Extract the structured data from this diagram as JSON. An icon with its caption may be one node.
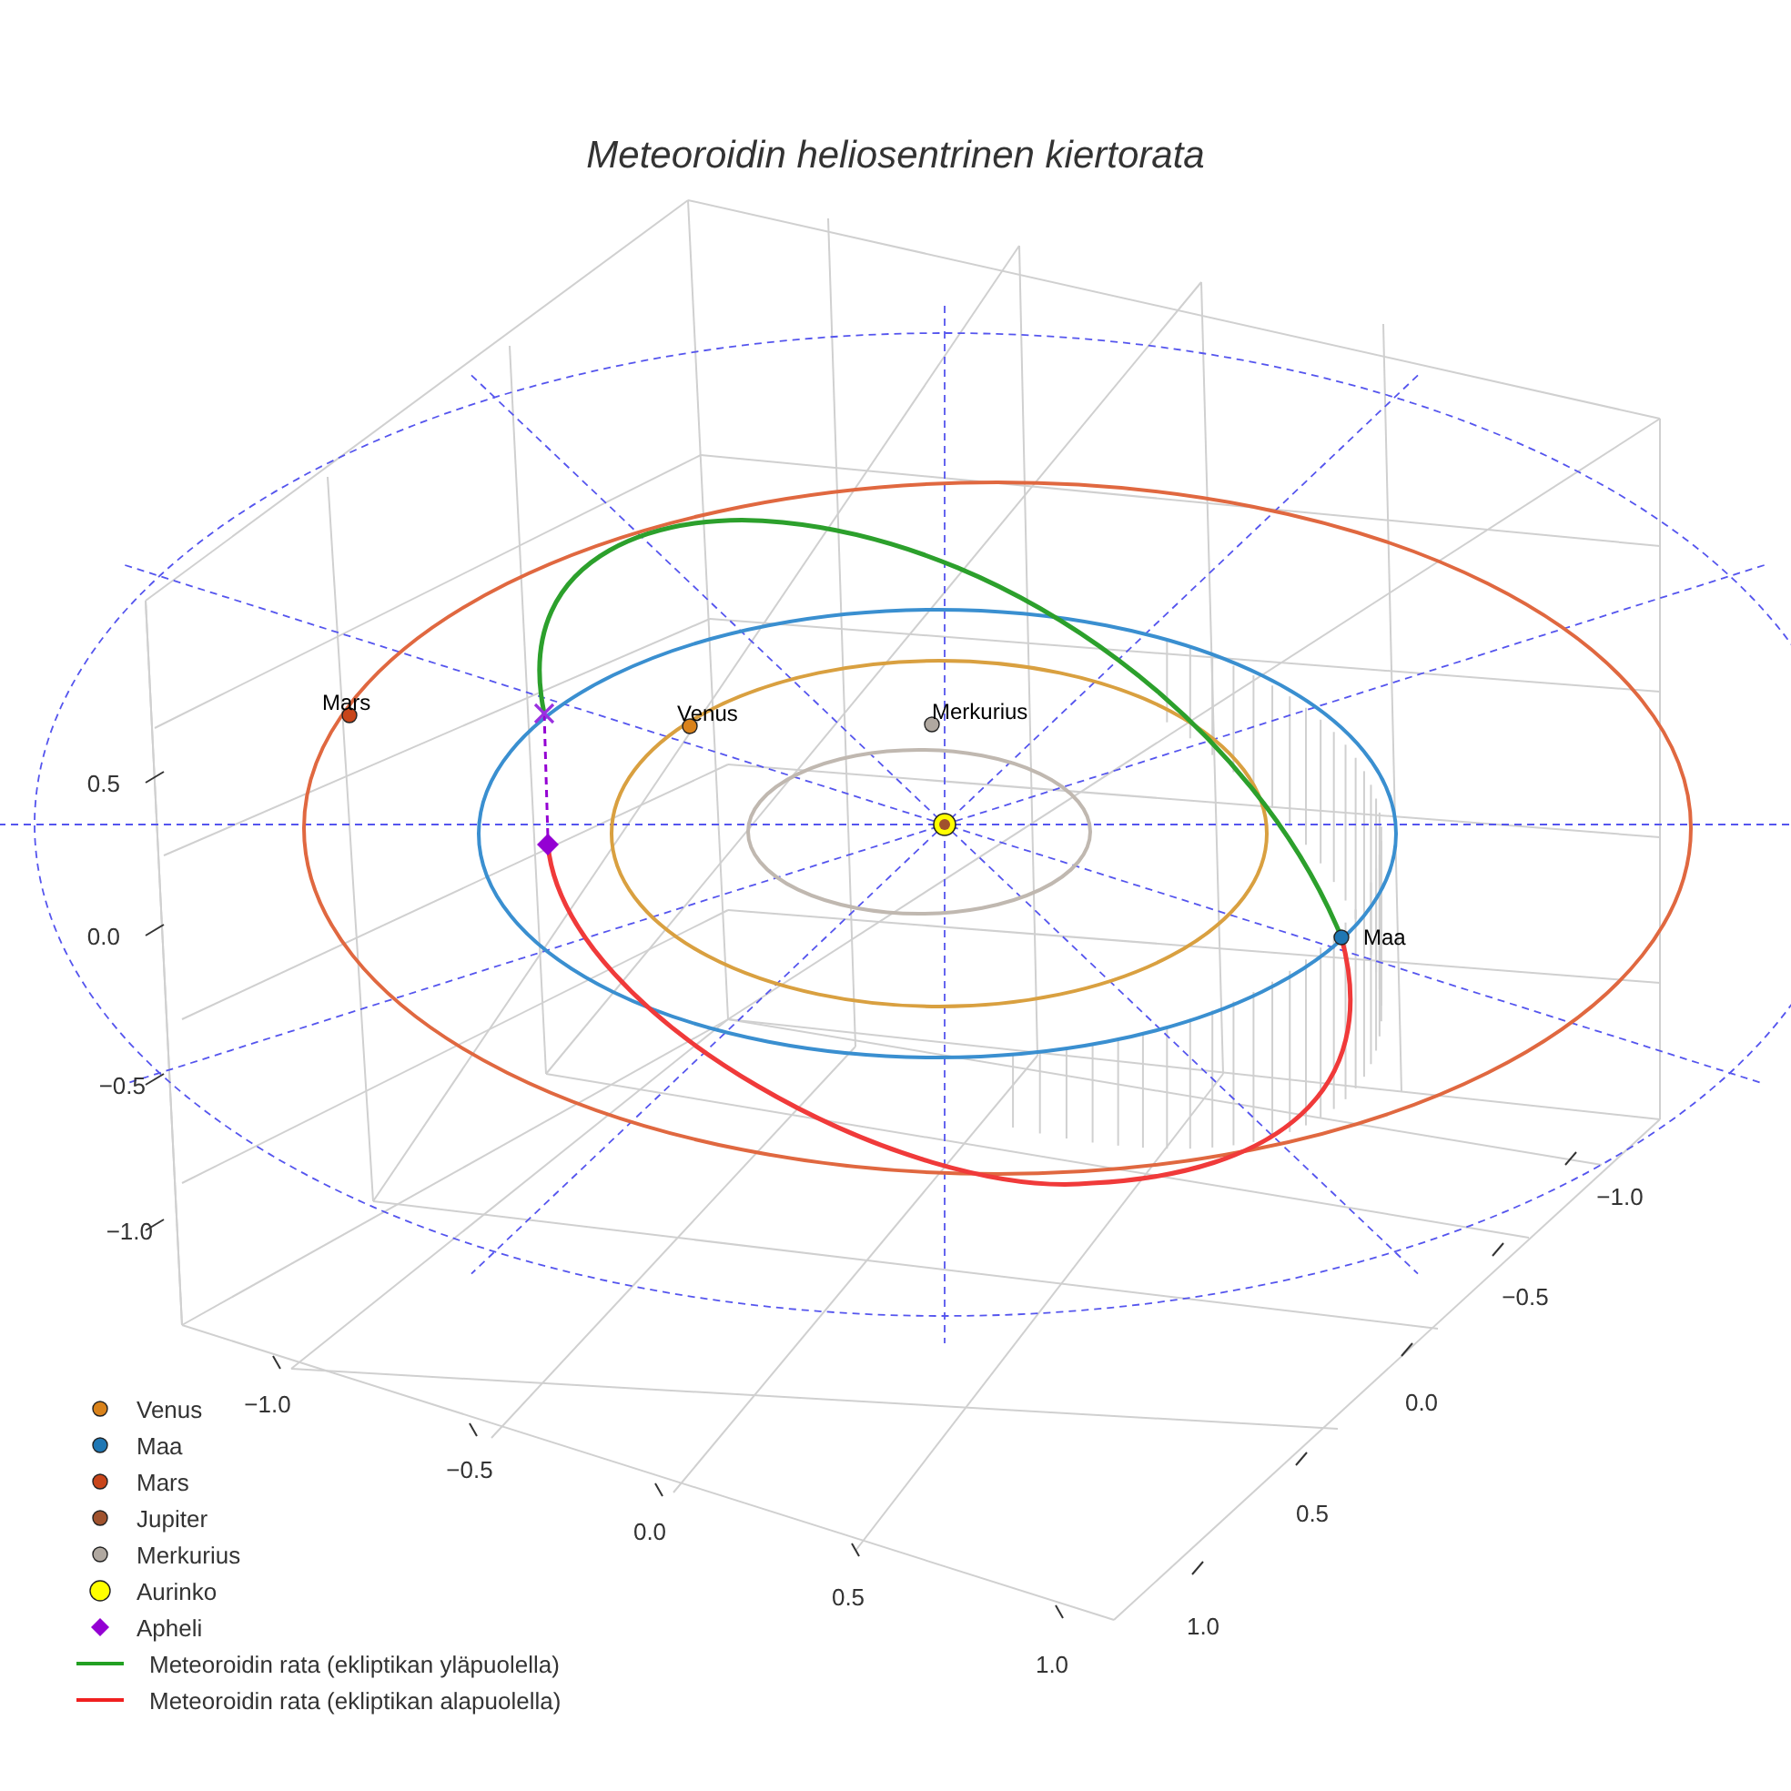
{
  "diagram": {
    "title": "Meteoroidin heliosentrinen kiertorata",
    "labels": [
      "Mars",
      "Venus",
      "Merkurius",
      "Maa",
      "0.5",
      "0.0",
      "−0.5",
      "−1.0",
      "−1.0",
      "−0.5",
      "0.0",
      "0.5",
      "1.0",
      "−1.0",
      "−0.5",
      "0.0",
      "0.5",
      "1.0"
    ],
    "legend": [
      {
        "text": "Venus",
        "color": "#d9821a"
      },
      {
        "text": "Maa",
        "color": "#1f77b4"
      },
      {
        "text": "Mars",
        "color": "#c8451a"
      },
      {
        "text": "Jupiter",
        "color": "#a0522d"
      },
      {
        "text": "Merkurius",
        "color": "#b0a8a0"
      },
      {
        "text": "Aurinko",
        "color": "#ffff00"
      },
      {
        "text": "Apheli"
      },
      {
        "text": "Meteoroidin rata (ekliptikan yläpuolella)"
      },
      {
        "text": "Meteoroidin rata (ekliptikan alapuolella)"
      }
    ]
  }
}
